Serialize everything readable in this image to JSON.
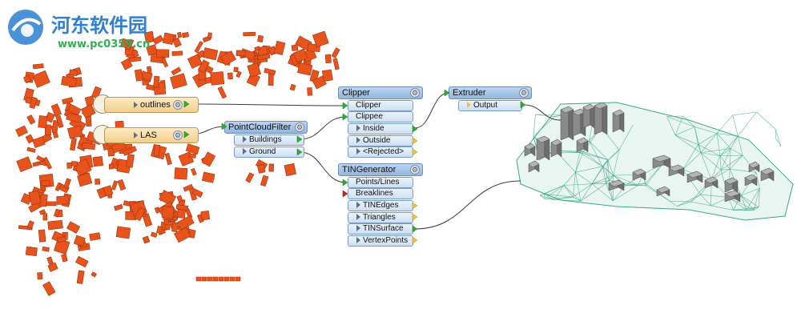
{
  "watermark": {
    "title": "河东软件园",
    "url": "www.pc0359.cn"
  },
  "readers": [
    {
      "id": "outlines",
      "label": "outlines"
    },
    {
      "id": "las",
      "label": "LAS"
    }
  ],
  "transformers": {
    "pointcloudfilter": {
      "title": "PointCloudFilter",
      "outputs": [
        "Buildings",
        "Ground"
      ]
    },
    "clipper": {
      "title": "Clipper",
      "inputs": [
        "Clipper",
        "Clippee"
      ],
      "outputs": [
        "Inside",
        "Outside",
        "<Rejected>"
      ]
    },
    "extruder": {
      "title": "Extruder",
      "outputs": [
        "Output"
      ]
    },
    "tingenerator": {
      "title": "TINGenerator",
      "inputs": [
        "Points/Lines",
        "Breaklines"
      ],
      "outputs": [
        "TINEdges",
        "Triangles",
        "TINSurface",
        "VertexPoints"
      ]
    }
  },
  "colors": {
    "building_fill": "#e8521b",
    "building_stroke": "#a13410",
    "tin_mesh": "#3aa88a",
    "connector": "#3a3a3a",
    "port_green": "#2fae2f",
    "port_red": "#c0262c",
    "port_yellow": "#e8c53a"
  },
  "icons": {
    "gear": "gear-icon",
    "table": "table-reader-icon"
  }
}
